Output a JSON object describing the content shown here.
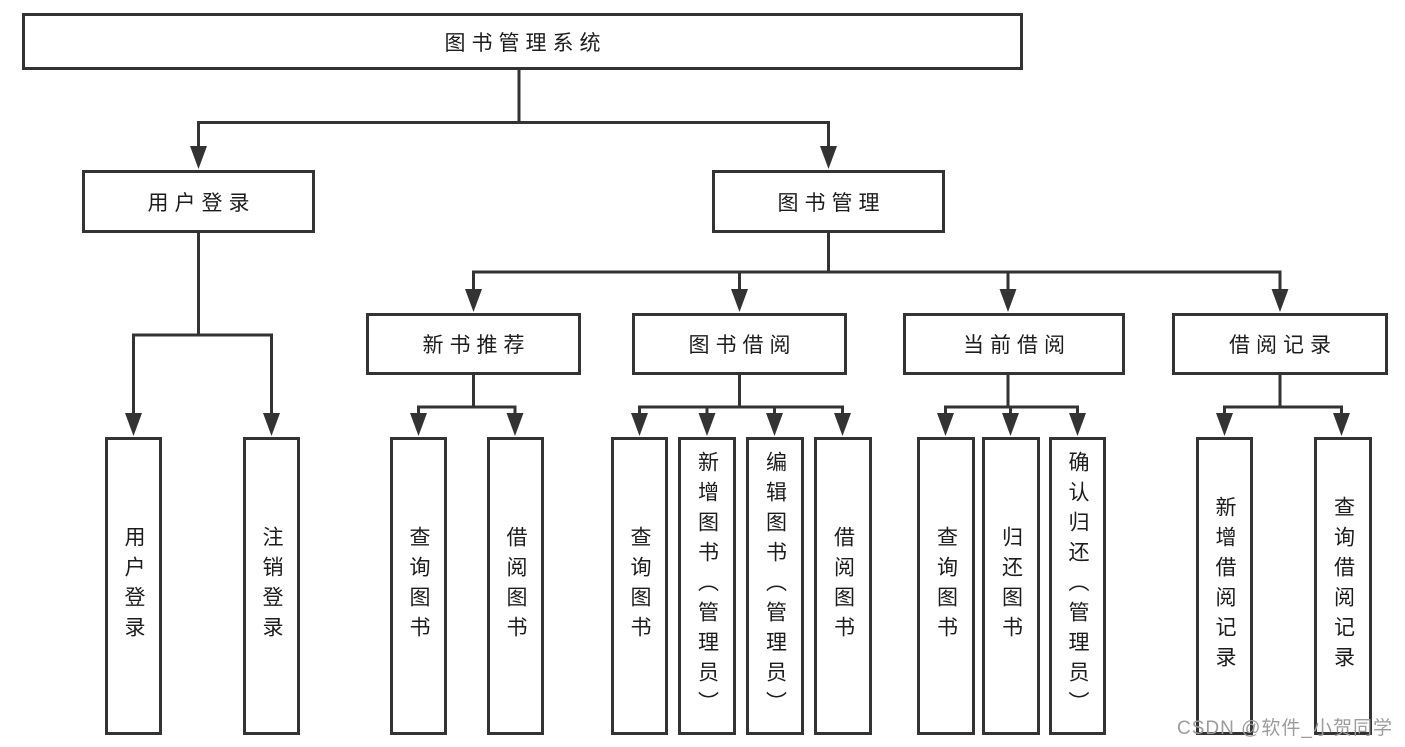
{
  "tree": {
    "root": {
      "label": "图书管理系统",
      "children": [
        {
          "label": "用户登录",
          "children": [
            {
              "label": "用户登录"
            },
            {
              "label": "注销登录"
            }
          ]
        },
        {
          "label": "图书管理",
          "children": [
            {
              "label": "新书推荐",
              "children": [
                {
                  "label": "查询图书"
                },
                {
                  "label": "借阅图书"
                }
              ]
            },
            {
              "label": "图书借阅",
              "children": [
                {
                  "label": "查询图书"
                },
                {
                  "label": "新增图书（管理员）"
                },
                {
                  "label": "编辑图书（管理员）"
                },
                {
                  "label": "借阅图书"
                }
              ]
            },
            {
              "label": "当前借阅",
              "children": [
                {
                  "label": "查询图书"
                },
                {
                  "label": "归还图书"
                },
                {
                  "label": "确认归还（管理员）"
                }
              ]
            },
            {
              "label": "借阅记录",
              "children": [
                {
                  "label": "新增借阅记录"
                },
                {
                  "label": "查询借阅记录"
                }
              ]
            }
          ]
        }
      ]
    }
  },
  "watermark": {
    "text": "CSDN @软件_小贺同学",
    "color": "#9c9c9c"
  },
  "colors": {
    "line": "#333333",
    "box_border": "#333333",
    "box_fill": "#ffffff",
    "text": "#1c1c1c",
    "background": "#ffffff"
  }
}
